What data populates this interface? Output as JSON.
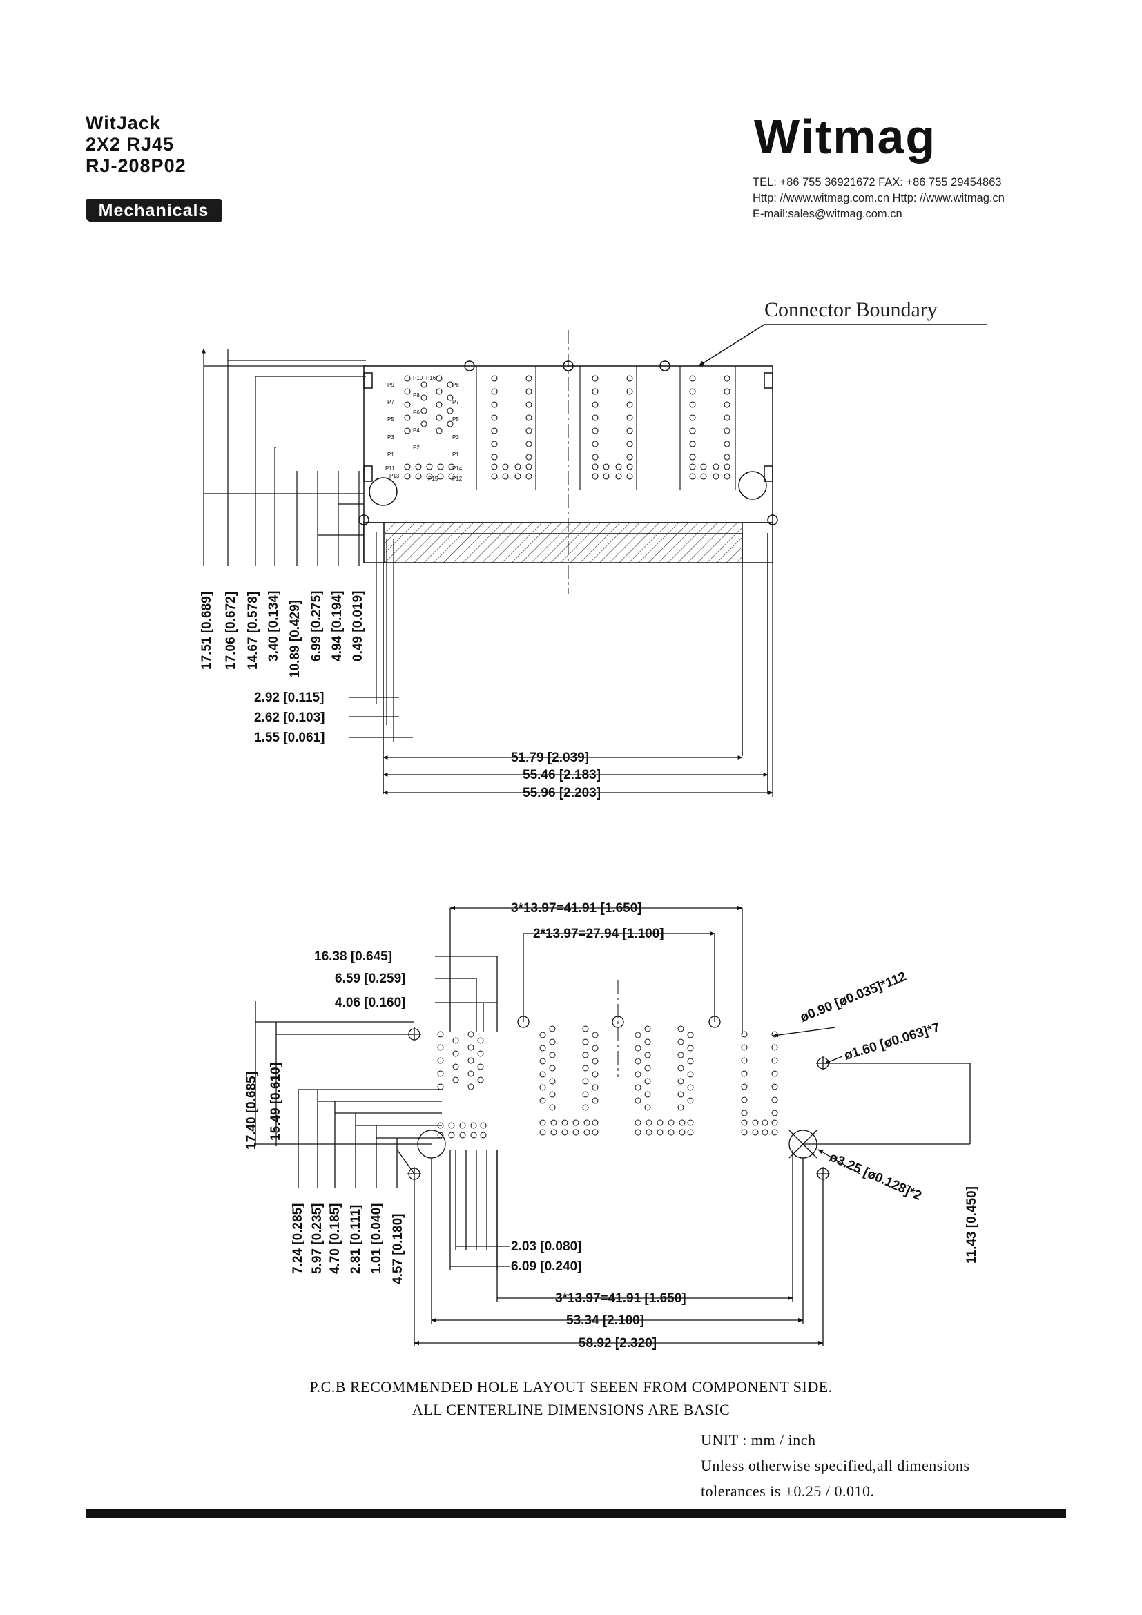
{
  "header": {
    "product_line": "WitJack",
    "product_type": "2X2 RJ45",
    "part_number": "RJ-208P02",
    "section_badge": "Mechanicals",
    "brand": "Witmag",
    "tel_line": "TEL: +86 755 36921672  FAX: +86 755 29454863",
    "web_line": "Http: //www.witmag.com.cn   Http: //www.witmag.cn",
    "email_line": "E-mail:sales@witmag.com.cn"
  },
  "top_view": {
    "callout": "Connector Boundary",
    "vertical_dims": [
      "17.51 [0.689]",
      "17.06 [0.672]",
      "14.67 [0.578]",
      "3.40 [0.134]",
      "10.89 [0.429]",
      "6.99 [0.275]",
      "4.94 [0.194]",
      "0.49 [0.019]"
    ],
    "horizontal_dims_left": [
      "2.92 [0.115]",
      "2.62 [0.103]",
      "1.55 [0.061]"
    ],
    "horizontal_dims_bottom": [
      "51.79 [2.039]",
      "55.46 [2.183]",
      "55.96 [2.203]"
    ],
    "pin_labels_left": [
      "P9",
      "P7",
      "P5",
      "P3",
      "P1",
      "P11"
    ],
    "pin_labels_mid": [
      "P10",
      "P8",
      "P6",
      "P4",
      "P2"
    ],
    "pin_labels_right": [
      "P16",
      "P8",
      "P7",
      "P5",
      "P3",
      "P1",
      "P14"
    ],
    "pin_labels_extra": [
      "P12",
      "P13",
      "P15"
    ]
  },
  "pcb_view": {
    "top_dims": [
      "3*13.97=41.91 [1.650]",
      "2*13.97=27.94 [1.100]"
    ],
    "left_dims": [
      "16.38 [0.645]",
      "6.59 [0.259]",
      "4.06 [0.160]"
    ],
    "hole_callouts": [
      "ø0.90 [ø0.035]*112",
      "ø1.60 [ø0.063]*7",
      "ø3.25 [ø0.128]*2"
    ],
    "vertical_dims_outer": [
      "17.40 [0.685]",
      "15.49 [0.610]"
    ],
    "vertical_dims_inner": [
      "7.24 [0.285]",
      "5.97 [0.235]",
      "4.70 [0.185]",
      "2.81 [0.111]",
      "1.01 [0.040]",
      "4.57 [0.180]"
    ],
    "right_dim": "11.43 [0.450]",
    "bottom_dims": [
      "2.03 [0.080]",
      "6.09 [0.240]",
      "3*13.97=41.91 [1.650]",
      "53.34 [2.100]",
      "58.92 [2.320]"
    ]
  },
  "notes": {
    "line1": "P.C.B RECOMMENDED HOLE LAYOUT SEEEN FROM COMPONENT SIDE.",
    "line2": "ALL CENTERLINE DIMENSIONS ARE BASIC",
    "unit": "UNIT : mm  /  inch",
    "tol1": "Unless  otherwise  specified,all  dimensions",
    "tol2": "tolerances    is  ±0.25  / 0.010."
  }
}
